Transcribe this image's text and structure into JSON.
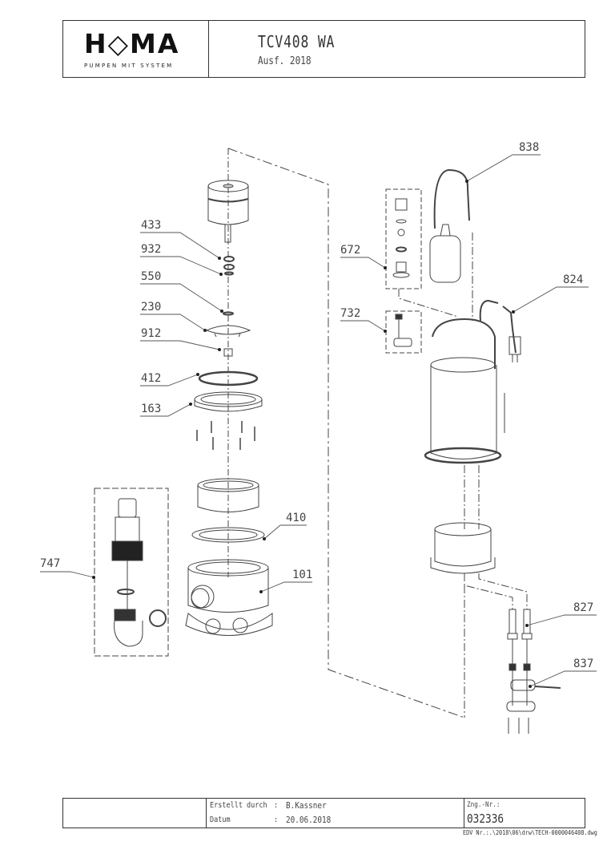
{
  "header": {
    "logo": {
      "word": "H◇MA",
      "tagline": "PUMPEN MIT SYSTEM"
    },
    "title": "TCV408 WA",
    "subtitle": "Ausf. 2018"
  },
  "parts": [
    {
      "id": "433",
      "label": "433"
    },
    {
      "id": "932",
      "label": "932"
    },
    {
      "id": "550",
      "label": "550"
    },
    {
      "id": "230",
      "label": "230"
    },
    {
      "id": "912",
      "label": "912"
    },
    {
      "id": "412",
      "label": "412"
    },
    {
      "id": "163",
      "label": "163"
    },
    {
      "id": "747",
      "label": "747"
    },
    {
      "id": "410",
      "label": "410"
    },
    {
      "id": "101",
      "label": "101"
    },
    {
      "id": "838",
      "label": "838"
    },
    {
      "id": "672",
      "label": "672"
    },
    {
      "id": "824",
      "label": "824"
    },
    {
      "id": "732",
      "label": "732"
    },
    {
      "id": "827",
      "label": "827"
    },
    {
      "id": "837",
      "label": "837"
    }
  ],
  "footer": {
    "created_by_label": "Erstellt durch",
    "created_by_sep": ":",
    "created_by_value": "B.Kassner",
    "date_label": "Datum",
    "date_sep": ":",
    "date_value": "20.06.2018",
    "drawing_no_label": "Zng.-Nr.:",
    "drawing_no_value": "032336",
    "edv": "EDV Nr.:.\\2018\\06\\drw\\TECH-0000046408.dwg"
  }
}
